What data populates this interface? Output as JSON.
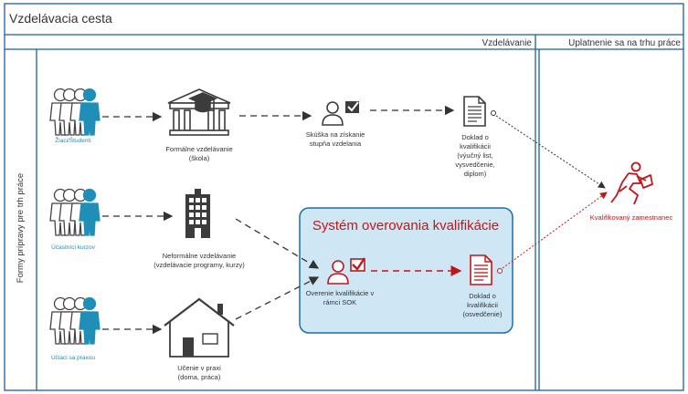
{
  "title": "Vzdelávacia cesta",
  "lanes": {
    "education": "Vzdelávanie",
    "labor_market": "Uplatnenie sa na trhu práce",
    "side": "Formy prípravy pre trh práce"
  },
  "groups": {
    "students": "Žiaci/Študenti",
    "course_participants": "Účastníci kurzov",
    "practice_learners": "Učiaci sa praxou"
  },
  "nodes": {
    "formal": [
      "Formálne vzdelávanie",
      "(škola)"
    ],
    "exam": [
      "Skúška na získanie",
      "stupňa vzdelania"
    ],
    "doc_formal": [
      "Doklad o",
      "kvalifikácii",
      "(výučný list,",
      "vysvedčenie,",
      "diplom)"
    ],
    "nonformal": [
      "Neformálne vzdelávanie",
      "(vzdelávacie programy, kurzy)"
    ],
    "practice": [
      "Učenie v praxi",
      "(doma, práca)"
    ],
    "sok_title": "Systém overovania kvalifikácie",
    "verify": [
      "Overenie kvalifikácie v",
      "rámci SOK"
    ],
    "doc_cert": [
      "Doklad o",
      "kvalifikácii",
      "(osvedčenie)"
    ],
    "worker": "Kvalifikovaný zamestnanec"
  },
  "colors": {
    "accent_blue": "#1f8fb8",
    "accent_red": "#c0171c",
    "icon_dark": "#3c3c3c",
    "sok_fill": "#cfe7f5",
    "sok_stroke": "#1c6fa8",
    "border": "#1c5fa0"
  }
}
